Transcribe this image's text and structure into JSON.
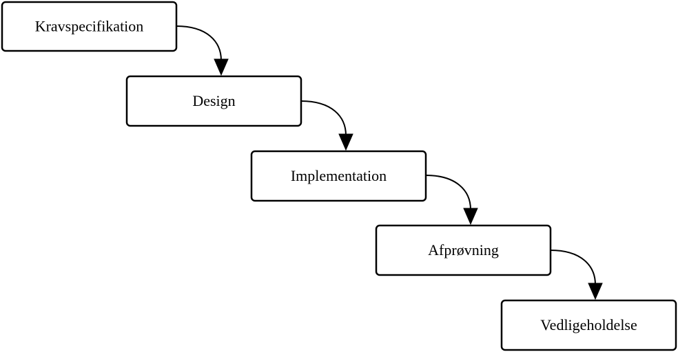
{
  "diagram": {
    "type": "waterfall-flow",
    "steps": [
      {
        "id": "step-1",
        "label": "Kravspecifikation"
      },
      {
        "id": "step-2",
        "label": "Design"
      },
      {
        "id": "step-3",
        "label": "Implementation"
      },
      {
        "id": "step-4",
        "label": "Afprøvning"
      },
      {
        "id": "step-5",
        "label": "Vedligeholdelse"
      }
    ],
    "connections": [
      {
        "from": "step-1",
        "to": "step-2"
      },
      {
        "from": "step-2",
        "to": "step-3"
      },
      {
        "from": "step-3",
        "to": "step-4"
      },
      {
        "from": "step-4",
        "to": "step-5"
      }
    ],
    "colors": {
      "box_fill": "#ffffff",
      "stroke": "#000000",
      "text": "#000000",
      "background": "#ffffff"
    }
  }
}
